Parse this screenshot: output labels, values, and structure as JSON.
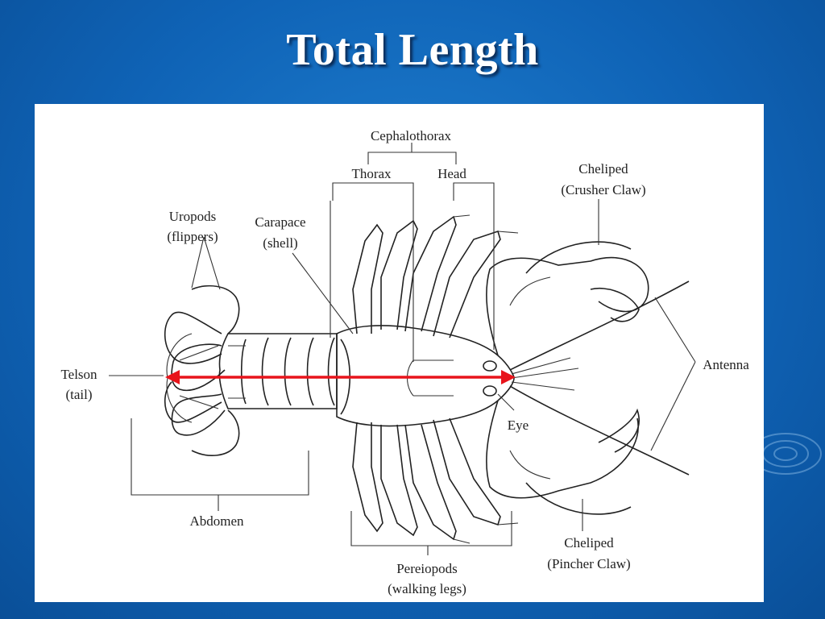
{
  "slide": {
    "title": "Total Length"
  },
  "diagram": {
    "labels": {
      "cephalothorax": "Cephalothorax",
      "thorax": "Thorax",
      "head": "Head",
      "cheliped_crusher_line1": "Cheliped",
      "cheliped_crusher_line2": "(Crusher Claw)",
      "uropods_line1": "Uropods",
      "uropods_line2": "(flippers)",
      "carapace_line1": "Carapace",
      "carapace_line2": "(shell)",
      "telson_line1": "Telson",
      "telson_line2": "(tail)",
      "antenna": "Antenna",
      "eye": "Eye",
      "abdomen": "Abdomen",
      "cheliped_pincher_line1": "Cheliped",
      "cheliped_pincher_line2": "(Pincher Claw)",
      "pereiopods_line1": "Pereiopods",
      "pereiopods_line2": "(walking legs)"
    },
    "colors": {
      "measure_arrow": "#e8141b",
      "background": "#0f63b6"
    }
  }
}
